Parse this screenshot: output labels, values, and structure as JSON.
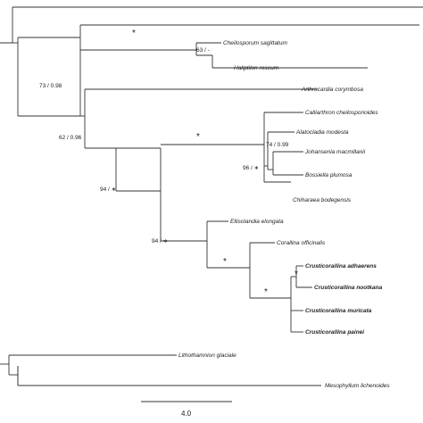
{
  "tree": {
    "taxa": {
      "cheilosporum": "Cheilosporum sagittatum",
      "haliptilon": "Haliptilon roseum",
      "arthrocardia": "Arthrocardia corymbosa",
      "calliarthron": "Calliarthron cheilosporioides",
      "alatocladia": "Alatocladia modesta",
      "johansenia": "Johansenia macmillanii",
      "bossiella": "Bossiella plumosa",
      "chiharaea": "Chiharaea bodegensis",
      "ellisolandia": "Ellisolandia elongata",
      "corallina": "Corallina officinalis",
      "adhaerens": "Crusticorallina adhaerens",
      "nootkana": "Crusticorallina nootkana",
      "muricata": "Crusticorallina muricata",
      "painei": "Crusticorallina painei",
      "lithothamnion": "Lithothamnion glaciale",
      "mesophyllum": "Mesophyllum lichenoides"
    },
    "support": {
      "s_ingroup_top": "*",
      "s_cheilo_hali": "63 / -",
      "s_corallinoideae": "73 / 0.98",
      "s_62": "62 / 0.96",
      "s_calliarthron": "*",
      "s_74": "74 / 0.99",
      "s_96": "96 / ∗",
      "s_94a": "94 / ∗",
      "s_94b": "94 / ∗",
      "s_corallina_crust": "*",
      "s_crust": "*",
      "s_crust_pair": "*"
    },
    "bold_taxa": [
      "Crusticorallina adhaerens",
      "Crusticorallina nootkana",
      "Crusticorallina muricata",
      "Crusticorallina painei"
    ],
    "scale_bar_label": "4.0"
  }
}
